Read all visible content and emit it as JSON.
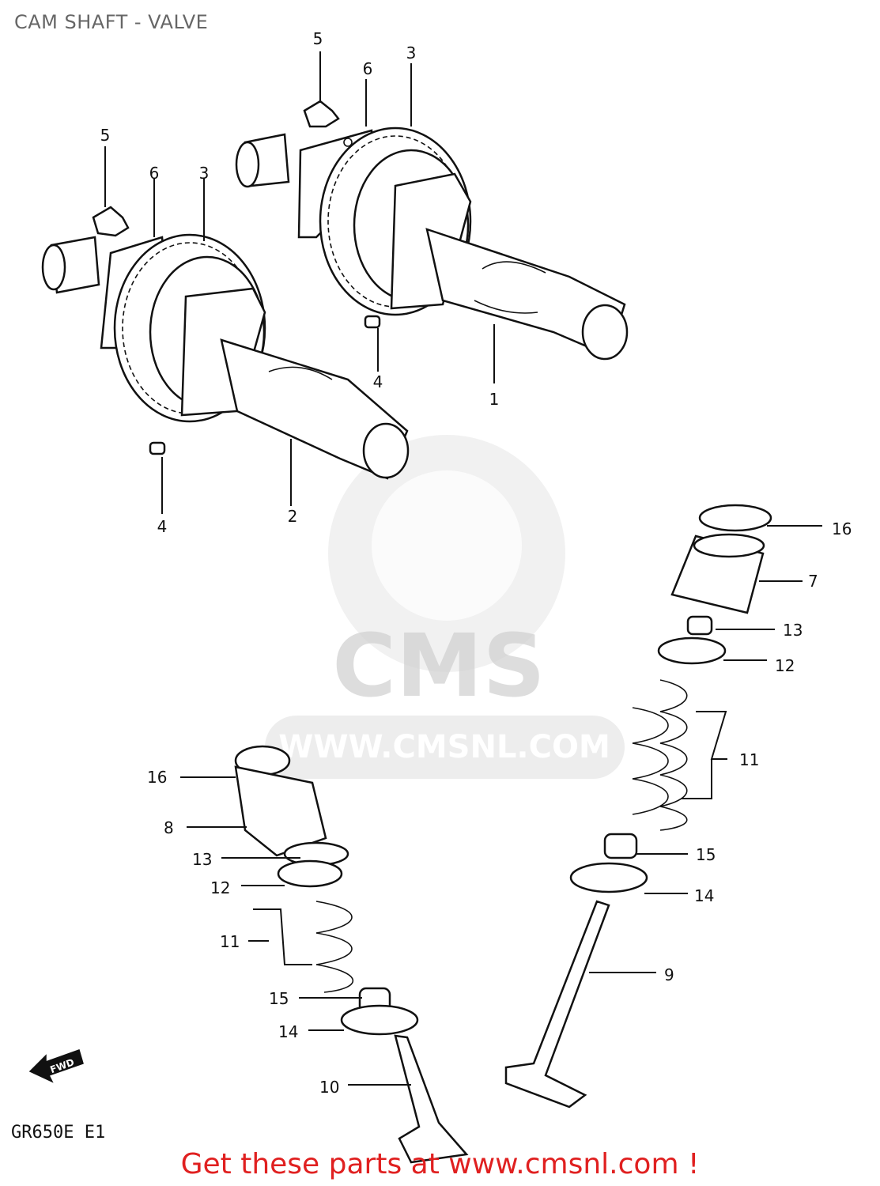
{
  "title": "CAM SHAFT - VALVE",
  "watermark": {
    "logo_text": "CMS",
    "url_text": "WWW.CMSNL.COM"
  },
  "direction_label": "FWD",
  "model_code": "GR650E E1",
  "call_to_action": "Get these parts at www.cmsnl.com !",
  "callouts": {
    "c1": "1",
    "c2": "2",
    "c3a": "3",
    "c3b": "3",
    "c4a": "4",
    "c4b": "4",
    "c5a": "5",
    "c5b": "5",
    "c6a": "6",
    "c6b": "6",
    "c7": "7",
    "c8": "8",
    "c9": "9",
    "c10": "10",
    "c11a": "11",
    "c11b": "11",
    "c12a": "12",
    "c12b": "12",
    "c13a": "13",
    "c13b": "13",
    "c14a": "14",
    "c14b": "14",
    "c15a": "15",
    "c15b": "15",
    "c16a": "16",
    "c16b": "16"
  },
  "colors": {
    "cta": "#e02020",
    "title": "#666666",
    "watermark": "#d0d0d0"
  }
}
